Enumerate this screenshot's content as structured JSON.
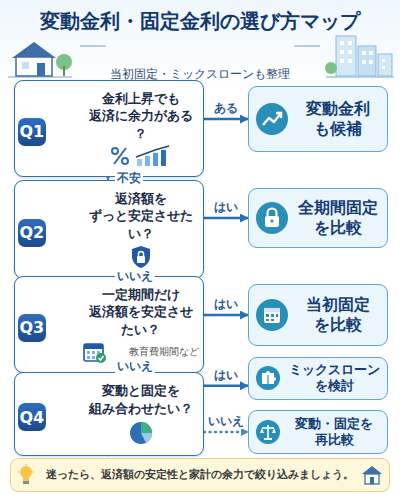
{
  "diagram": {
    "title": "変動金利・固定金利の選び方マップ",
    "nodes": [
      {
        "text": [
          "Q1",
          "金利上昇でも 返済に余力がある？"
        ]
      },
      {
        "text": [
          "変動金利 も候補"
        ]
      },
      {
        "text": [
          "Q2",
          "返済額を ずっと安定させたい？"
        ]
      },
      {
        "text": [
          "全期間固定 を比較"
        ]
      },
      {
        "text": [
          "Q3",
          "一定期間だけ 返済額を安定させたい？",
          "教育費期間など"
        ]
      },
      {
        "text": [
          "当初固定 を比較"
        ]
      },
      {
        "text": [
          "Q4",
          "変動と固定を 組み合わせたい？"
        ]
      },
      {
        "text": [
          "ミックスローン を検討"
        ]
      },
      {
        "text": [
          "変動・固定を 再比較"
        ]
      },
      {
        "text": [
          "迷ったら、返済額の安定性と家計の余力で絞り込みましょう。"
        ]
      }
    ],
    "edges": [
      {
        "from": 0,
        "to": 1,
        "label": "ある",
        "arrow": "to"
      },
      {
        "from": 0,
        "to": 2,
        "label": "不安",
        "arrow": "to"
      },
      {
        "from": 2,
        "to": 3,
        "label": "はい",
        "arrow": "to"
      },
      {
        "from": 2,
        "to": 4,
        "label": "いいえ",
        "arrow": "to"
      },
      {
        "from": 4,
        "to": 5,
        "label": "はい",
        "arrow": "to"
      },
      {
        "from": 4,
        "to": 6,
        "label": "いいえ",
        "arrow": "to"
      },
      {
        "from": 6,
        "to": 7,
        "label": "はい",
        "arrow": "to"
      },
      {
        "from": 6,
        "to": 8,
        "label": "いいえ",
        "arrow": "to"
      }
    ],
    "labels": [
      "当初固定・ミックスローンも整理"
    ]
  }
}
